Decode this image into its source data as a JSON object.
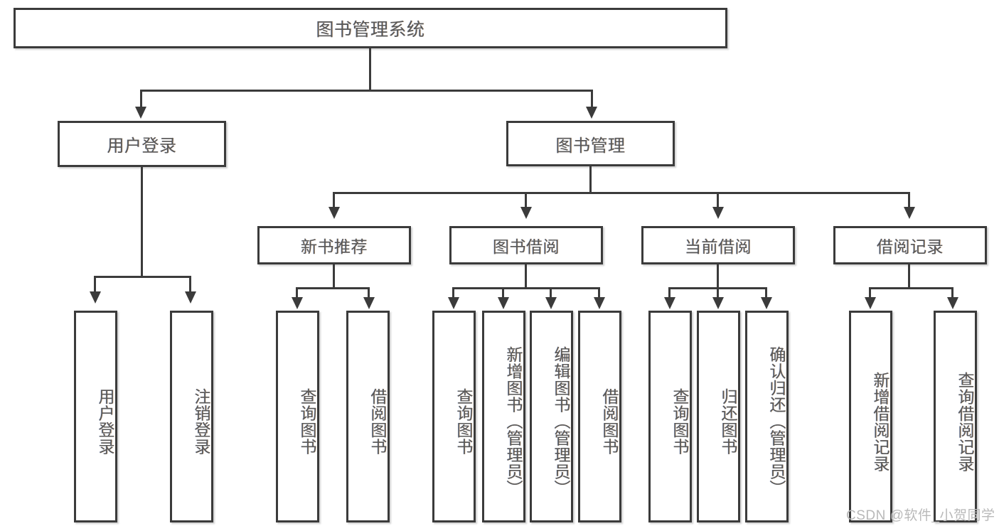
{
  "diagram": {
    "title": "图书管理系统",
    "type": "tree-hierarchy-chart",
    "root": {
      "label": "图书管理系统"
    },
    "level2": [
      {
        "label": "用户登录"
      },
      {
        "label": "图书管理"
      }
    ],
    "level3": [
      {
        "label": "新书推荐"
      },
      {
        "label": "图书借阅"
      },
      {
        "label": "当前借阅"
      },
      {
        "label": "借阅记录"
      }
    ],
    "leaves": {
      "user_login": [
        {
          "label": "用户登录"
        },
        {
          "label": "注销登录"
        }
      ],
      "new_book_recommend": [
        {
          "label": "查询图书"
        },
        {
          "label": "借阅图书"
        }
      ],
      "book_borrow": [
        {
          "label": "查询图书"
        },
        {
          "label": "新增图书（管理员）"
        },
        {
          "label": "编辑图书（管理员）"
        },
        {
          "label": "借阅图书"
        }
      ],
      "current_borrow": [
        {
          "label": "查询图书"
        },
        {
          "label": "归还图书"
        },
        {
          "label": "确认归还（管理员）"
        }
      ],
      "borrow_record": [
        {
          "label": "新增借阅记录"
        },
        {
          "label": "查询借阅记录"
        }
      ]
    }
  },
  "watermark": {
    "text": "CSDN @软件_小贺同学"
  },
  "colors": {
    "border": "#3b3b3b",
    "text": "#585858",
    "background": "#ffffff",
    "watermark": "#b9b9b9"
  }
}
